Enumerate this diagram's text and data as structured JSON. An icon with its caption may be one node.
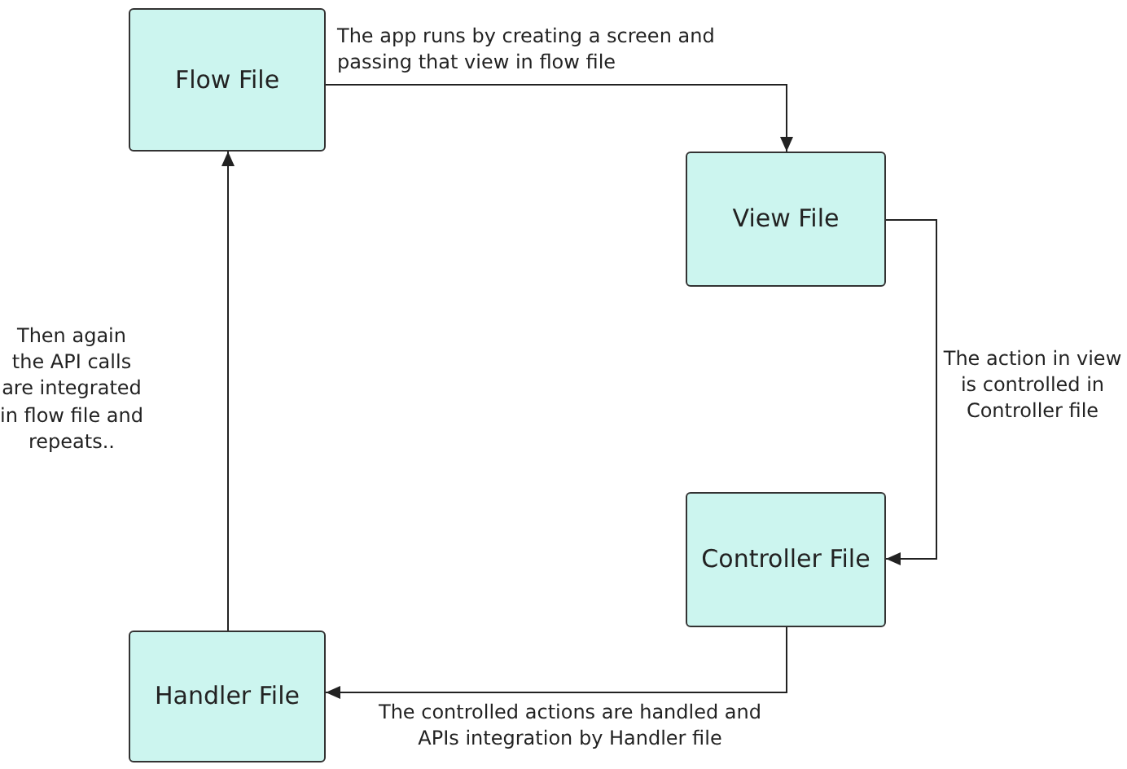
{
  "diagram": {
    "nodes": [
      {
        "text": [
          "Flow File"
        ]
      },
      {
        "text": [
          "View File"
        ]
      },
      {
        "text": [
          "Controller File"
        ]
      },
      {
        "text": [
          "Handler File"
        ]
      }
    ],
    "edges": [
      {
        "from": 0,
        "to": 1,
        "arrow": "to",
        "label": "The app runs by creating a screen and passing that view in flow file"
      },
      {
        "from": 1,
        "to": 2,
        "arrow": "to",
        "label": "The action in view is controlled in Controller file"
      },
      {
        "from": 2,
        "to": 3,
        "arrow": "to",
        "label": "The controlled actions are handled and APIs integration by Handler file"
      },
      {
        "from": 3,
        "to": 0,
        "arrow": "to",
        "label": "Then again the API calls are integrated in flow file and repeats.."
      }
    ]
  }
}
